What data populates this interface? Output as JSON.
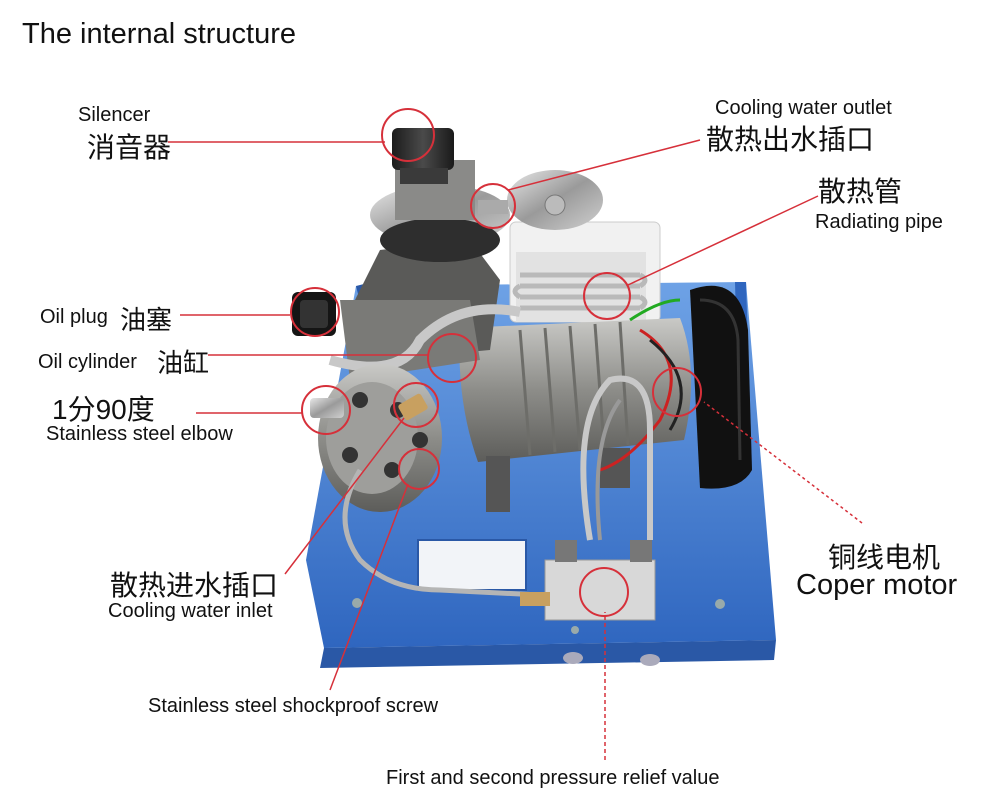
{
  "title": "The internal structure",
  "labels": {
    "silencer_en": "Silencer",
    "silencer_cn": "消音器",
    "cooling_outlet_en": "Cooling water outlet",
    "cooling_outlet_cn": "散热出水插口",
    "radiating_cn": "散热管",
    "radiating_en": "Radiating pipe",
    "oil_plug_en": "Oil plug",
    "oil_plug_cn": "油塞",
    "oil_cyl_en": "Oil cylinder",
    "oil_cyl_cn": "油缸",
    "elbow_cn": "1分90度",
    "elbow_en": "Stainless steel elbow",
    "inlet_cn": "散热进水插口",
    "inlet_en": "Cooling water inlet",
    "motor_cn": "铜线电机",
    "motor_en": "Coper motor",
    "screw_en": "Stainless steel shockproof screw",
    "relief_en": "First and second pressure relief value"
  },
  "colors": {
    "callout": "#d6303a",
    "base_plate": "#3d7ad0",
    "motor_body": "#8a8a88"
  }
}
